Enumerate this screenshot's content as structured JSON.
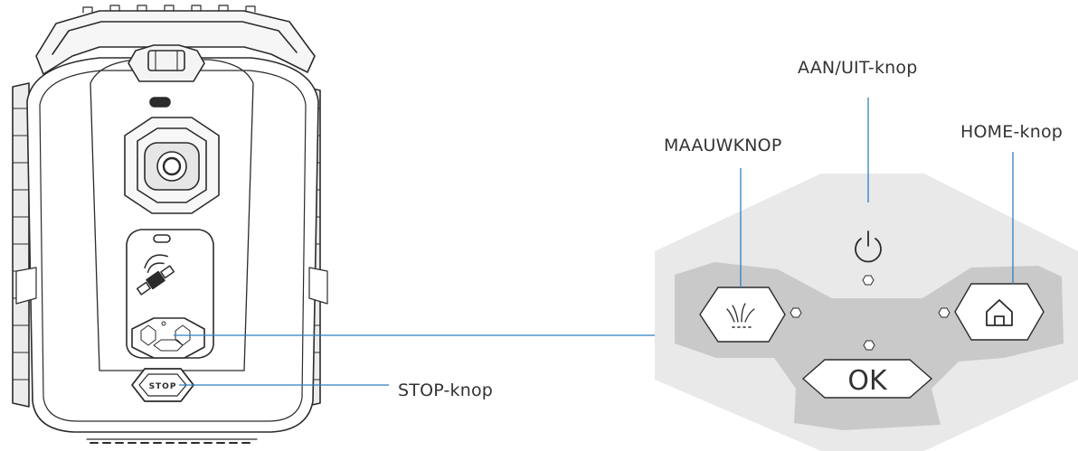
{
  "labels": {
    "power": "AAN/UIT-knop",
    "mow": "MAAUWKNOP",
    "home": "HOME-knop",
    "stop": "STOP-knop"
  },
  "buttons": {
    "ok": "OK",
    "stop": "STOP"
  },
  "icons": {
    "power": "power-icon",
    "mow": "grass-icon",
    "home": "home-icon"
  },
  "colors": {
    "leader_line": "#2f7fc0",
    "panel_outer": "#e9e9e9",
    "panel_inner": "#c9c9c9",
    "line_art": "#2b2b2b"
  }
}
